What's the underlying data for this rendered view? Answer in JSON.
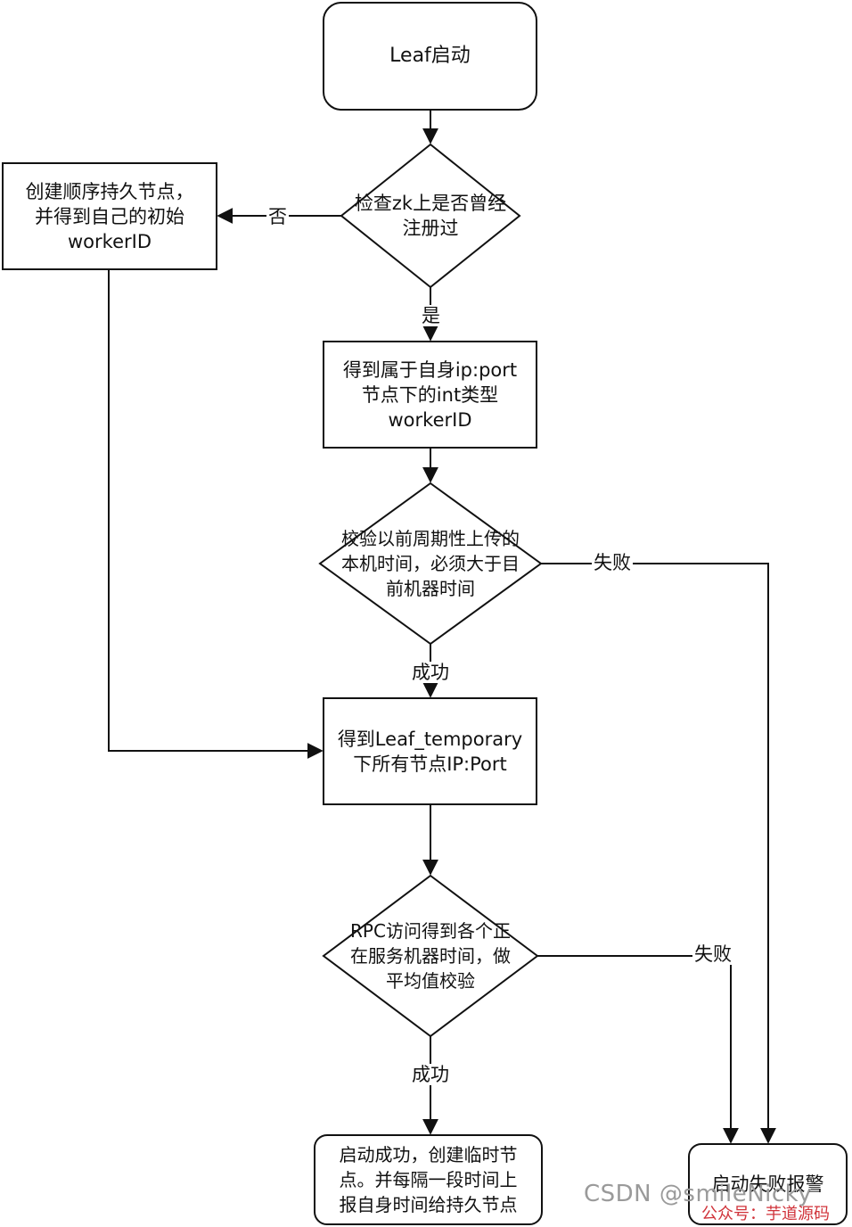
{
  "nodes": {
    "start": [
      "Leaf启动"
    ],
    "check_zk": [
      "检查zk上是否曾经",
      "注册过"
    ],
    "create_persistent": [
      "创建顺序持久节点，",
      "并得到自己的初始",
      "workerID"
    ],
    "get_worker_id": [
      "得到属于自身ip:port",
      "节点下的int类型",
      "workerID"
    ],
    "validate_time": [
      "校验以前周期性上传的",
      "本机时间，必须大于目",
      "前机器时间"
    ],
    "get_temp_nodes": [
      "得到Leaf_temporary",
      "下所有节点IP:Port"
    ],
    "rpc_check": [
      "RPC访问得到各个正",
      "在服务机器时间，做",
      "平均值校验"
    ],
    "start_success": [
      "启动成功，创建临时节",
      "点。并每隔一段时间上",
      "报自身时间给持久节点"
    ],
    "start_fail": [
      "启动失败报警"
    ]
  },
  "edge_labels": {
    "no": "否",
    "yes": "是",
    "fail_1": "失败",
    "success_1": "成功",
    "fail_2": "失败",
    "success_2": "成功"
  },
  "watermark": {
    "csdn": "CSDN @smileNicky",
    "wechat": "公众号：芋道源码"
  },
  "colors": {
    "stroke": "#111111",
    "watermark": "#9a9a9a",
    "wechat": "#d0333a"
  }
}
